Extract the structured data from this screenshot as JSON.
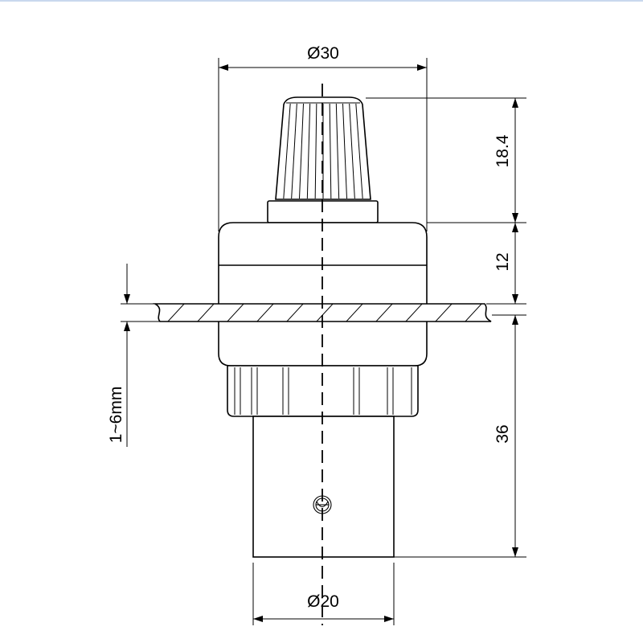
{
  "drawing": {
    "top_diameter_label": "Ø30",
    "knob_height_label": "18.4",
    "body_height_label": "12",
    "shaft_length_label": "36",
    "bottom_diameter_label": "Ø20",
    "panel_thickness_label": "1~6mm"
  },
  "colors": {
    "line": "#000000",
    "background": "#ffffff",
    "top_border": "#c9d8ee"
  }
}
